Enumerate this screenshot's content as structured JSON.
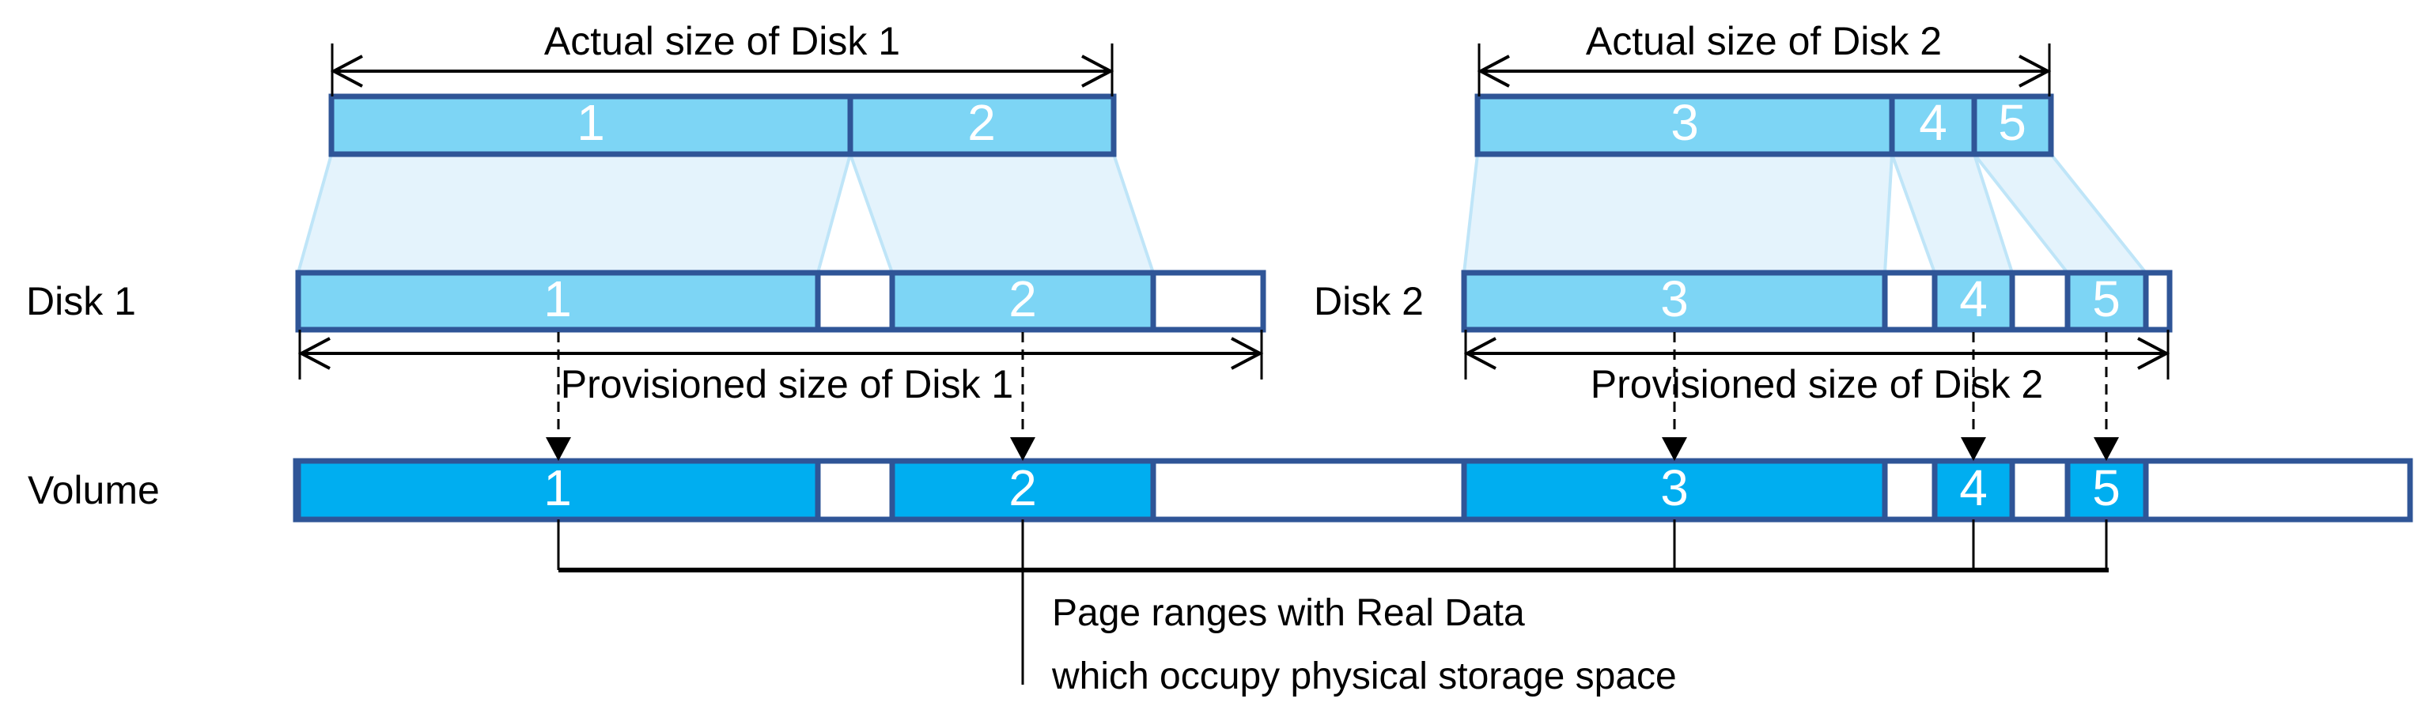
{
  "colors": {
    "segment_light_blue": "#7DD5F5",
    "volume_blue": "#00AEF0",
    "border_navy": "#2F5597",
    "funnel_fill": "#E4F3FC",
    "funnel_stroke": "#BFE5F8",
    "ink": "#000000"
  },
  "actual_bars": [
    {
      "title": "Actual size of Disk 1",
      "segments": [
        "1",
        "2"
      ]
    },
    {
      "title": "Actual size of Disk 2",
      "segments": [
        "3",
        "4",
        "5"
      ]
    }
  ],
  "disks": [
    {
      "name": "Disk 1",
      "provisioned_label": "Provisioned size of Disk 1",
      "segments": [
        "1",
        "2"
      ]
    },
    {
      "name": "Disk 2",
      "provisioned_label": "Provisioned size of Disk 2",
      "segments": [
        "3",
        "4",
        "5"
      ]
    }
  ],
  "volume": {
    "name": "Volume",
    "segments": [
      "1",
      "2",
      "3",
      "4",
      "5"
    ]
  },
  "annotation": {
    "line1": "Page ranges with Real Data",
    "line2": "which occupy physical storage space"
  }
}
